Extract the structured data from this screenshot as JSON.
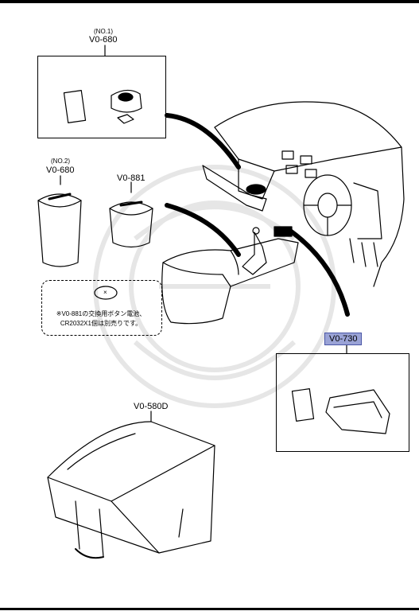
{
  "parts": {
    "no1": {
      "sub": "(NO.1)",
      "code": "V0-680"
    },
    "no2": {
      "sub": "(NO.2)",
      "code": "V0-680"
    },
    "v0_881": {
      "code": "V0-881"
    },
    "v0_730": {
      "code": "V0-730"
    },
    "v0_580d": {
      "code": "V0-580D"
    }
  },
  "note": {
    "line1": "※V0-881の交換用ボタン電池、",
    "line2": "CR2032X1個は別売りです。",
    "battery_symbol": "×"
  },
  "colors": {
    "highlight": "#9aa3d6",
    "watermark": "#e6e6e6"
  }
}
